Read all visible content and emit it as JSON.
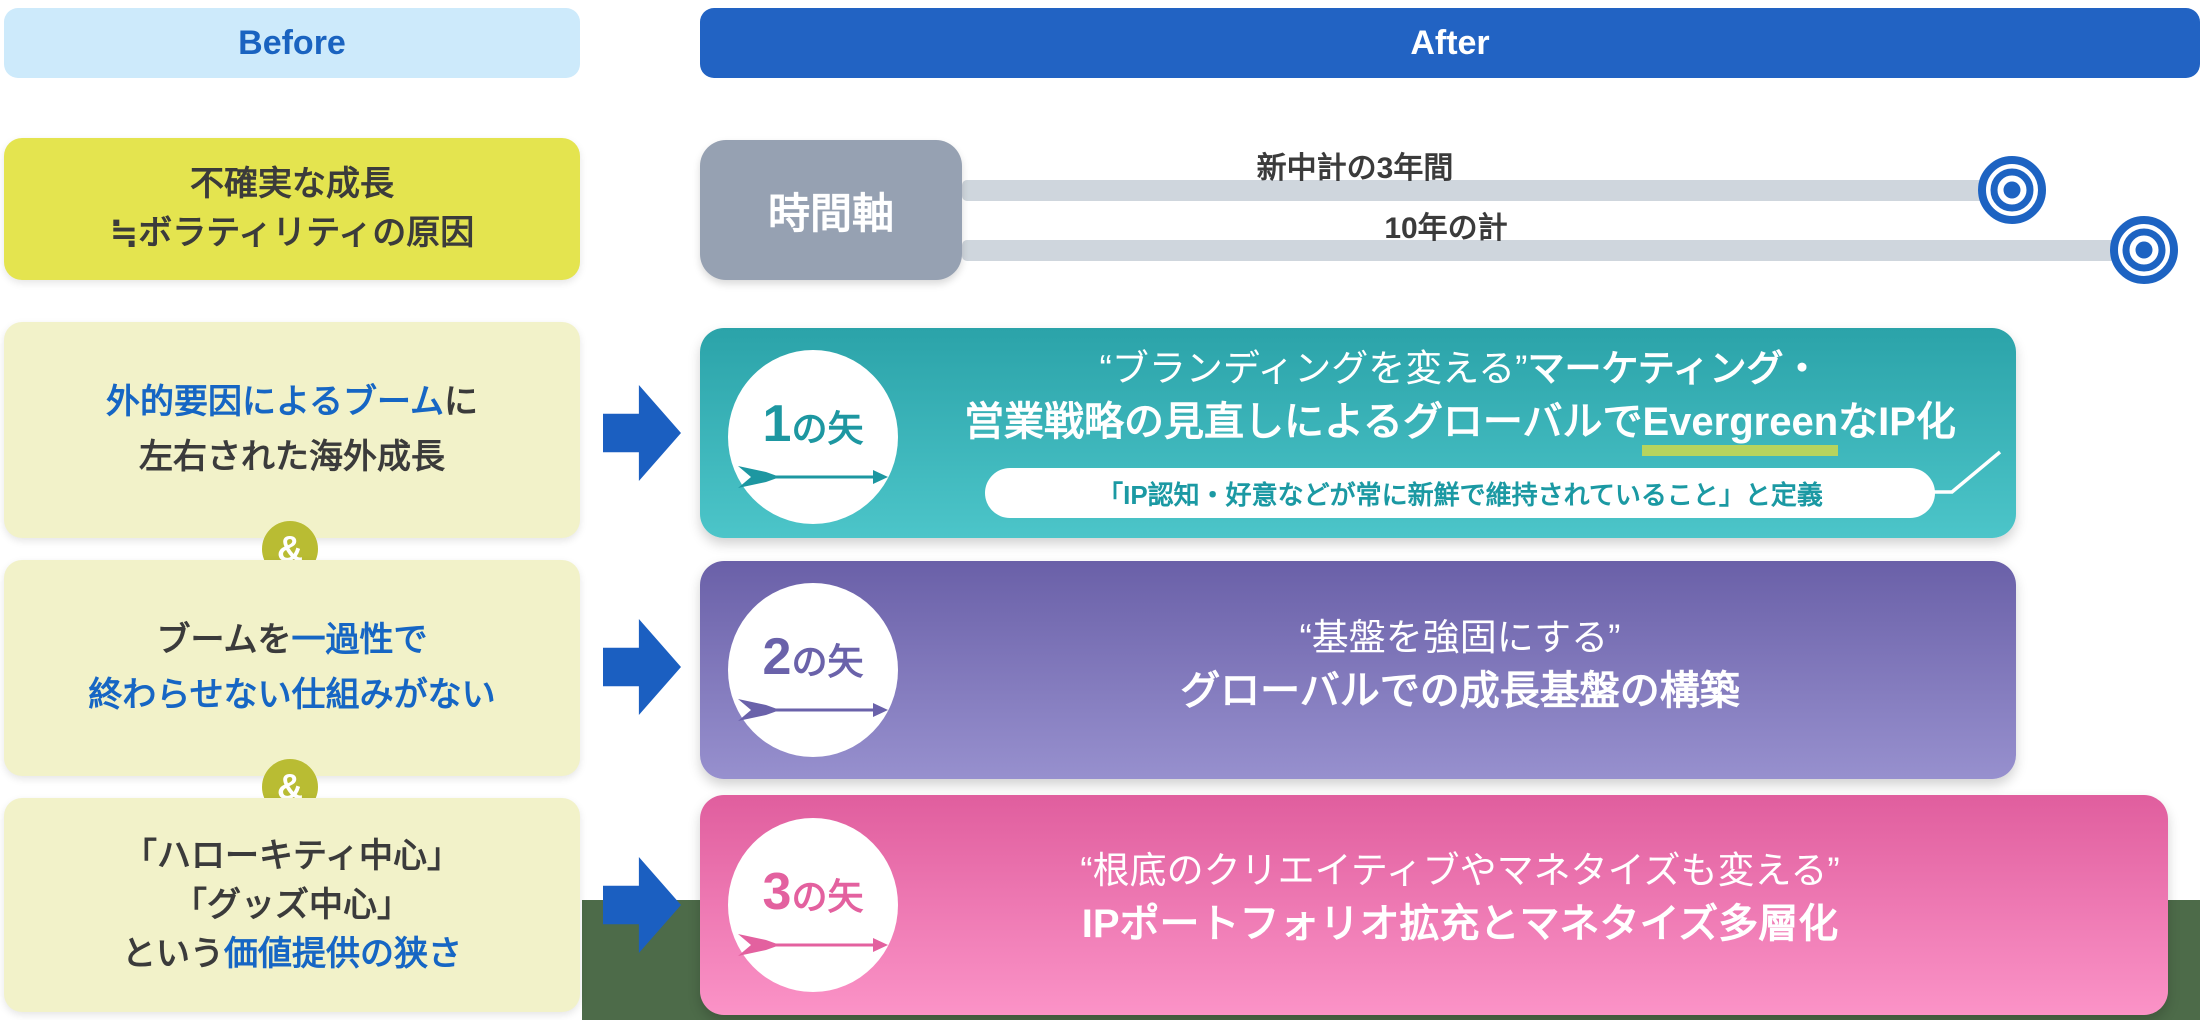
{
  "headers": {
    "before": "Before",
    "after": "After"
  },
  "timeline": {
    "axis_label": "時間軸",
    "bar1_label": "新中計の3年間",
    "bar2_label": "10年の計"
  },
  "before_column": {
    "box1": {
      "line1": "不確実な成長",
      "line2": "≒ボラティリティの原因"
    },
    "box2": {
      "line1_blue": "外的要因によるブーム",
      "line1_dark": "に",
      "line2_dark": "左右された海外成長"
    },
    "amp1": "&",
    "box3": {
      "line1_dark": "ブームを",
      "line1_blue": "一過性で",
      "line2_blue": "終わらせない仕組みがない"
    },
    "amp2": "&",
    "box4": {
      "line1": "「ハローキティ中心」",
      "line2": "「グッズ中心」",
      "line3_dark": "という",
      "line3_blue": "価値提供の狭さ"
    }
  },
  "strategies": [
    {
      "badge_number": "1",
      "badge_suffix": "の矢",
      "line1_light": "“ブランディングを変える”",
      "line1_bold": "マーケティング・",
      "line2_pre": "営業戦略の見直しによるグローバルで",
      "line2_highlight": "Evergreen",
      "line2_post": "なIP化",
      "note": "「IP認知・好意などが常に新鮮で維持されていること」と定義"
    },
    {
      "badge_number": "2",
      "badge_suffix": "の矢",
      "line1": "“基盤を強固にする”",
      "line2": "グローバルでの成長基盤の構築"
    },
    {
      "badge_number": "3",
      "badge_suffix": "の矢",
      "line1": "“根底のクリエイティブやマネタイズも変える”",
      "line2": "IPポートフォリオ拡充とマネタイズ多層化"
    }
  ],
  "colors": {
    "before_header_bg": "#cdeafb",
    "before_header_text": "#1a63c0",
    "after_header_bg": "#2263c3",
    "yellow_box": "#e4e44f",
    "pale_yellow_box": "#f2f2c9",
    "blue_text": "#1666c4",
    "dark_text": "#3b3b3b",
    "amp_circle": "#b9bc33",
    "time_axis_box": "#96a1b2",
    "time_bar": "#cfd6dd",
    "target_blue": "#1d63c2",
    "flow_arrow_blue": "#1b5fc1",
    "teal_top": "#2ba3a9",
    "teal_bottom": "#4cc5c9",
    "purple_top": "#6a60a8",
    "purple_bottom": "#9790ce",
    "pink_top": "#e05e9e",
    "pink_bottom": "#fb93c7",
    "evergreen_highlight": "#b7d45e",
    "note_text": "#1b99a3",
    "green_backdrop": "#4d6b49"
  }
}
